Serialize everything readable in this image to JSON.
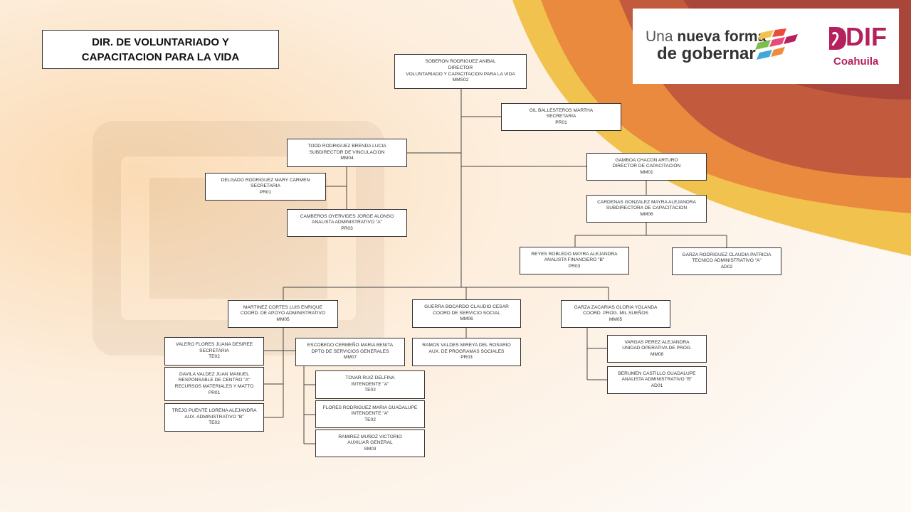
{
  "title": {
    "line1": "DIR. DE VOLUNTARIADO Y",
    "line2": "CAPACITACION PARA LA VIDA"
  },
  "logo": {
    "slogan1": "Una",
    "slogan2": "nueva forma",
    "slogan3": "de gobernar",
    "dif": "DIF",
    "state": "Coahuila"
  },
  "colors": {
    "orange": "#e9803a",
    "yellow": "#f2c24e",
    "red": "#b84a3c",
    "dif_magenta": "#b5205e"
  },
  "nodes": {
    "director": [
      "SOBERON RODRIGUEZ ANIBAL",
      "DIRECTOR",
      "VOLUNTARIADO Y CAPACITACION PARA LA VIDA",
      "MMS02"
    ],
    "gil": [
      "GIL BALLESTEROS MARTHA",
      "SECRETARIA",
      "PR01"
    ],
    "todd": [
      "TODD RODRIGUEZ BRENDA LUCIA",
      "SUBDIRECTOR DE VINCULACION",
      "MM04"
    ],
    "delgado": [
      "DELGADO RODRIGUEZ MARY CARMEN",
      "SECRETARIA",
      "PR01"
    ],
    "camberos": [
      "CAMBEROS OYERVIDES JORGE ALONSO",
      "ANALISTA ADMINISTRATIVO \"A\"",
      "PR03"
    ],
    "gamboa": [
      "GAMBOA CHACON ARTURO",
      "DIRECTOR DE CAPACITACION",
      "MM01"
    ],
    "cardenas": [
      "CARDENAS GONZALEZ MAYRA ALEJANDRA",
      "SUBDIRECTORA DE CAPACITACION",
      "MM06"
    ],
    "reyes": [
      "REYES ROBLEDO MAYRA ALEJANDRA",
      "ANALISTA FINANCIERO \"B\"",
      "PR03"
    ],
    "garza_c": [
      "GARZA RODRIGUEZ CLAUDIA PATRICIA",
      "TECNICO ADMINISTRATIVO \"A\"",
      "AD02"
    ],
    "martinez": [
      "MARTINEZ CORTES LUIS ENRIQUE",
      "COORD. DE APOYO ADMINISTRATIVO",
      "MM05"
    ],
    "guerra": [
      "GUERRA BOCARDO CLAUDIO CESAR",
      "COORD DE SERVICIO SOCIAL",
      "MM06"
    ],
    "garza_g": [
      "GARZA ZACARIAS GLORIA YOLANDA",
      "COORD. PROG. MIL SUEÑOS",
      "MM05"
    ],
    "valero": [
      "VALERO FLORES JUANA DESIREE",
      "SECRETARIA",
      "TE02"
    ],
    "davila": [
      "DAVILA VALDEZ JUAN MANUEL",
      "RESPONSABLE DE CENTRO \"A\"",
      "RECURSOS MATERIALES Y MATTO",
      "PR01"
    ],
    "trejo": [
      "TREJO PUENTE LORENA ALEJANDRA",
      "AUX. ADMINISTRATIVO \"B\"",
      "TE02"
    ],
    "escobedo": [
      "ESCOBEDO CERMEÑO MARIA BENITA",
      "DPTO DE SERVICIOS GENERALES",
      "MM07"
    ],
    "tovar": [
      "TOVAR RUIZ DELFINA",
      "INTENDENTE \"A\"",
      "TE02"
    ],
    "flores": [
      "FLORES RODRIGUEZ MARIA GUADALUPE",
      "INTENDENTE \"A\"",
      "TE02"
    ],
    "ramirez": [
      "RAMIREZ MUÑOZ VICTORIO",
      "AUXILIAR GENERAL",
      "SM03"
    ],
    "ramos": [
      "RAMOS VALDES MIREYA DEL ROSARIO",
      "AUX. DE PROGRAMAS SOCIALES",
      "PR03"
    ],
    "vargas": [
      "VARGAS PEREZ ALEJANDRA",
      "UNIDAD OPERATIVA DE PROG.",
      "MM08"
    ],
    "berumen": [
      "BERUMEN CASTILLO GUADALUPE",
      "ANALISTA ADMINISTRATIVO \"B\"",
      "AD01"
    ]
  }
}
